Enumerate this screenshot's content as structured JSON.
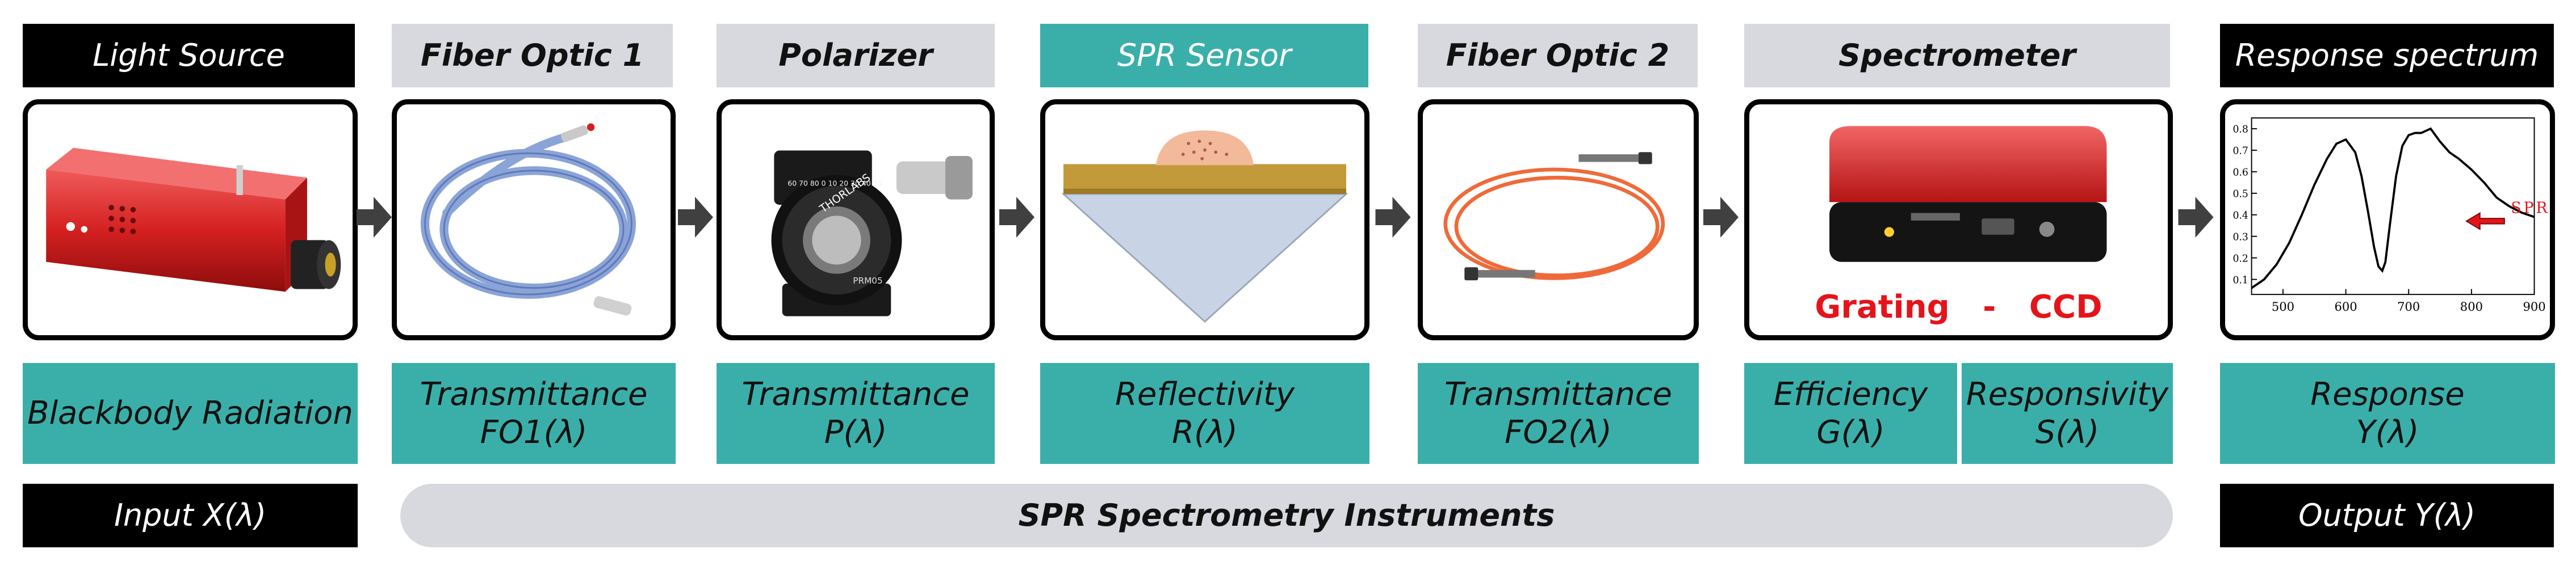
{
  "top_labels": {
    "light_source": "Light Source",
    "fiber_optic_1": "Fiber Optic 1",
    "polarizer": "Polarizer",
    "spr_sensor": "SPR Sensor",
    "fiber_optic_2": "Fiber Optic 2",
    "spectrometer": "Spectrometer",
    "response_spectrum": "Response spectrum"
  },
  "properties": {
    "blackbody": "Blackbody Radiation",
    "fo1": {
      "line1": "Transmittance",
      "line2": "FO1(λ)"
    },
    "polarizer": {
      "line1": "Transmittance",
      "line2": "P(λ)"
    },
    "sensor": {
      "line1": "Reflectivity",
      "line2": "R(λ)"
    },
    "fo2": {
      "line1": "Transmittance",
      "line2": "FO2(λ)"
    },
    "efficiency": {
      "line1": "Efficiency",
      "line2": "G(λ)"
    },
    "responsivity": {
      "line1": "Responsivity",
      "line2": "S(λ)"
    },
    "response": {
      "line1": "Response",
      "line2": "Y(λ)"
    }
  },
  "bottom_labels": {
    "input": "Input X(λ)",
    "instruments": "SPR Spectrometry Instruments",
    "output": "Output Y(λ)"
  },
  "spectrometer_caption": "Grating   -   CCD",
  "device_marks": {
    "polarizer_brand": "THORLABS",
    "polarizer_model": "PRM05",
    "polarizer_scale": "60 70 80 0 10 20 30 40 50"
  },
  "chart_data": {
    "type": "line",
    "x_ticks": [
      500,
      600,
      700,
      800,
      900
    ],
    "y_ticks": [
      0.1,
      0.2,
      0.3,
      0.4,
      0.5,
      0.6,
      0.7,
      0.8
    ],
    "xlim": [
      450,
      900
    ],
    "ylim": [
      0.03,
      0.85
    ],
    "annotation": "SPR",
    "series": [
      {
        "x": [
          450,
          470,
          490,
          510,
          530,
          550,
          570,
          585,
          600,
          615,
          625,
          635,
          645,
          652,
          658,
          663,
          670,
          680,
          690,
          700,
          710,
          720,
          735,
          750,
          765,
          780,
          800,
          820,
          840,
          860,
          880,
          900
        ],
        "y": [
          0.06,
          0.1,
          0.17,
          0.27,
          0.4,
          0.54,
          0.66,
          0.73,
          0.75,
          0.69,
          0.58,
          0.42,
          0.25,
          0.16,
          0.14,
          0.18,
          0.35,
          0.58,
          0.72,
          0.77,
          0.78,
          0.78,
          0.8,
          0.74,
          0.69,
          0.66,
          0.61,
          0.55,
          0.48,
          0.44,
          0.41,
          0.39
        ]
      }
    ]
  },
  "colors": {
    "teal": "#3aafa9",
    "black": "#000000",
    "gray": "#d8d9de",
    "red": "#e4141a",
    "arrow": "#404040"
  }
}
